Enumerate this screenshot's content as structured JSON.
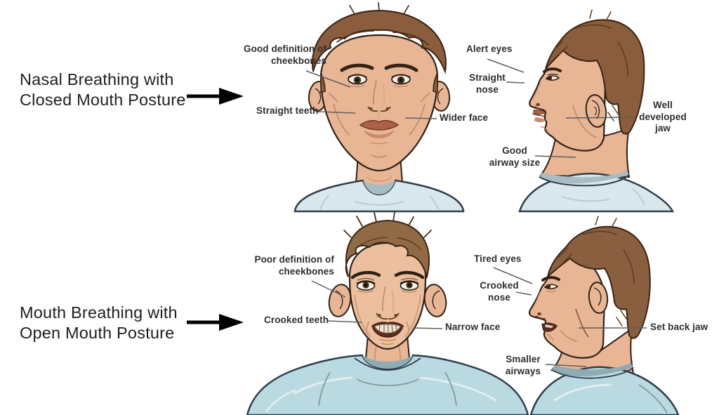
{
  "figure": {
    "top_section": {
      "caption": "Nasal Breathing with\nClosed Mouth Posture",
      "arrow_icon": "arrow-right",
      "front_labels": {
        "cheekbones": "Good definition of\ncheekbones",
        "teeth": "Straight teeth",
        "face_width": "Wider face"
      },
      "profile_labels": {
        "eyes": "Alert eyes",
        "nose": "Straight\nnose",
        "jaw": "Well\ndeveloped\njaw",
        "airway": "Good\nairway size"
      }
    },
    "bottom_section": {
      "caption": "Mouth Breathing with\nOpen Mouth Posture",
      "arrow_icon": "arrow-right",
      "front_labels": {
        "cheekbones": "Poor definition of\ncheekbones",
        "teeth": "Crooked teeth",
        "face_width": "Narrow face"
      },
      "profile_labels": {
        "eyes": "Tired eyes",
        "nose": "Crooked\nnose",
        "jaw": "Set back jaw",
        "airway": "Smaller\nairways"
      }
    },
    "colors": {
      "skin": "#e9b695",
      "skin_shadow": "#cf9878",
      "hair_brown": "#8a5d3d",
      "shirt_light_blue": "#d9e8ec",
      "shirt_teal": "#b9dae0",
      "outline": "#2e2118",
      "leader_line": "#5f5f5f",
      "arrow_black": "#000000",
      "label_text": "#2d2d2d",
      "caption_text": "#1f1f1f"
    }
  }
}
